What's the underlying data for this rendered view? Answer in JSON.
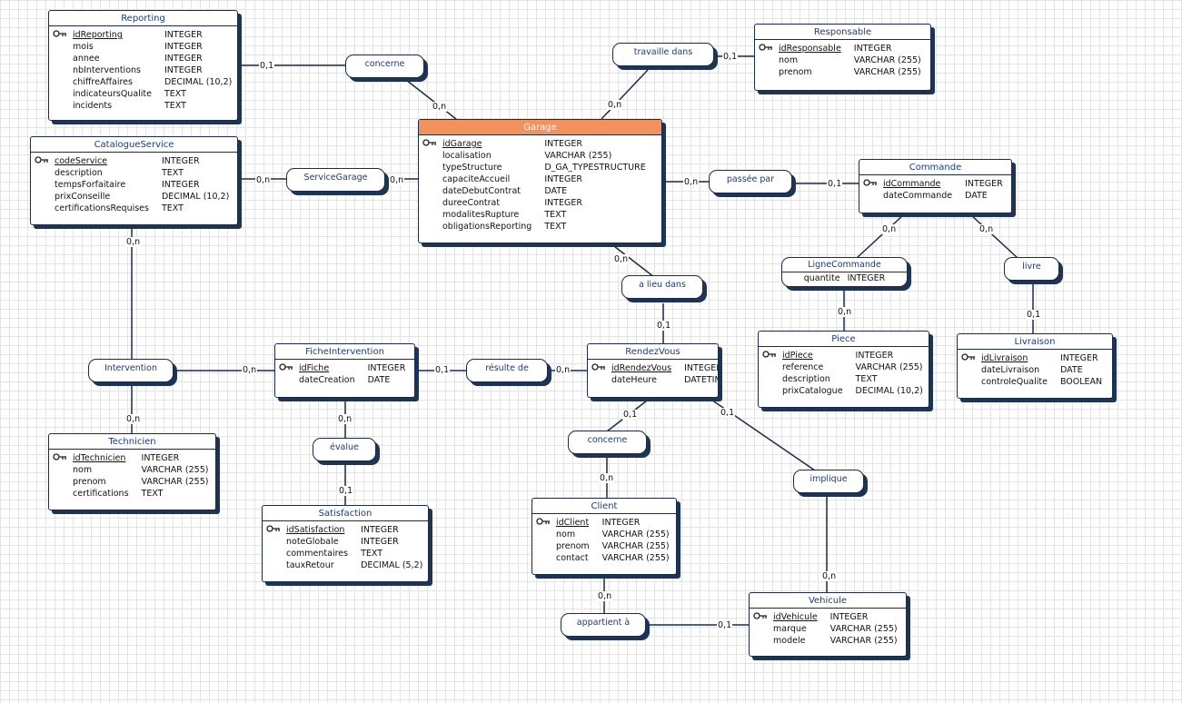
{
  "entities": {
    "reporting": {
      "title": "Reporting",
      "rows": [
        {
          "name": "idReporting",
          "type": "INTEGER"
        },
        {
          "name": "mois",
          "type": "INTEGER"
        },
        {
          "name": "annee",
          "type": "INTEGER"
        },
        {
          "name": "nbInterventions",
          "type": "INTEGER"
        },
        {
          "name": "chiffreAffaires",
          "type": "DECIMAL (10,2)"
        },
        {
          "name": "indicateursQualite",
          "type": "TEXT"
        },
        {
          "name": "incidents",
          "type": "TEXT"
        }
      ]
    },
    "responsable": {
      "title": "Responsable",
      "rows": [
        {
          "name": "idResponsable",
          "type": "INTEGER"
        },
        {
          "name": "nom",
          "type": "VARCHAR (255)"
        },
        {
          "name": "prenom",
          "type": "VARCHAR (255)"
        }
      ]
    },
    "catalogueService": {
      "title": "CatalogueService",
      "rows": [
        {
          "name": "codeService",
          "type": "INTEGER"
        },
        {
          "name": "description",
          "type": "TEXT"
        },
        {
          "name": "tempsForfaitaire",
          "type": "INTEGER"
        },
        {
          "name": "prixConseille",
          "type": "DECIMAL (10,2)"
        },
        {
          "name": "certificationsRequises",
          "type": "TEXT"
        }
      ]
    },
    "garage": {
      "title": "Garage",
      "rows": [
        {
          "name": "idGarage",
          "type": "INTEGER"
        },
        {
          "name": "localisation",
          "type": "VARCHAR (255)"
        },
        {
          "name": "typeStructure",
          "type": "D_GA_TYPESTRUCTURE"
        },
        {
          "name": "capaciteAccueil",
          "type": "INTEGER"
        },
        {
          "name": "dateDebutContrat",
          "type": "DATE"
        },
        {
          "name": "dureeContrat",
          "type": "INTEGER"
        },
        {
          "name": "modalitesRupture",
          "type": "TEXT"
        },
        {
          "name": "obligationsReporting",
          "type": "TEXT"
        }
      ]
    },
    "commande": {
      "title": "Commande",
      "rows": [
        {
          "name": "idCommande",
          "type": "INTEGER"
        },
        {
          "name": "dateCommande",
          "type": "DATE"
        }
      ]
    },
    "piece": {
      "title": "Piece",
      "rows": [
        {
          "name": "idPiece",
          "type": "INTEGER"
        },
        {
          "name": "reference",
          "type": "VARCHAR (255)"
        },
        {
          "name": "description",
          "type": "TEXT"
        },
        {
          "name": "prixCatalogue",
          "type": "DECIMAL (10,2)"
        }
      ]
    },
    "livraison": {
      "title": "Livraison",
      "rows": [
        {
          "name": "idLivraison",
          "type": "INTEGER"
        },
        {
          "name": "dateLivraison",
          "type": "DATE"
        },
        {
          "name": "controleQualite",
          "type": "BOOLEAN"
        }
      ]
    },
    "ficheIntervention": {
      "title": "FicheIntervention",
      "rows": [
        {
          "name": "idFiche",
          "type": "INTEGER"
        },
        {
          "name": "dateCreation",
          "type": "DATE"
        }
      ]
    },
    "rendezVous": {
      "title": "RendezVous",
      "rows": [
        {
          "name": "idRendezVous",
          "type": "INTEGER"
        },
        {
          "name": "dateHeure",
          "type": "DATETIME"
        }
      ]
    },
    "technicien": {
      "title": "Technicien",
      "rows": [
        {
          "name": "idTechnicien",
          "type": "INTEGER"
        },
        {
          "name": "nom",
          "type": "VARCHAR (255)"
        },
        {
          "name": "prenom",
          "type": "VARCHAR (255)"
        },
        {
          "name": "certifications",
          "type": "TEXT"
        }
      ]
    },
    "satisfaction": {
      "title": "Satisfaction",
      "rows": [
        {
          "name": "idSatisfaction",
          "type": "INTEGER"
        },
        {
          "name": "noteGlobale",
          "type": "INTEGER"
        },
        {
          "name": "commentaires",
          "type": "TEXT"
        },
        {
          "name": "tauxRetour",
          "type": "DECIMAL (5,2)"
        }
      ]
    },
    "client": {
      "title": "Client",
      "rows": [
        {
          "name": "idClient",
          "type": "INTEGER"
        },
        {
          "name": "nom",
          "type": "VARCHAR (255)"
        },
        {
          "name": "prenom",
          "type": "VARCHAR (255)"
        },
        {
          "name": "contact",
          "type": "VARCHAR (255)"
        }
      ]
    },
    "vehicule": {
      "title": "Vehicule",
      "rows": [
        {
          "name": "idVehicule",
          "type": "INTEGER"
        },
        {
          "name": "marque",
          "type": "VARCHAR (255)"
        },
        {
          "name": "modele",
          "type": "VARCHAR (255)"
        }
      ]
    }
  },
  "associations": {
    "concerneReporting": {
      "label": "concerne"
    },
    "travailleDans": {
      "label": "travaille dans"
    },
    "serviceGarage": {
      "label": "ServiceGarage"
    },
    "passeePar": {
      "label": "passée par"
    },
    "aLieuDans": {
      "label": "a lieu dans"
    },
    "ligneCommande": {
      "label": "LigneCommande",
      "attr_name": "quantite",
      "attr_type": "INTEGER"
    },
    "livre": {
      "label": "livre"
    },
    "intervention": {
      "label": "Intervention"
    },
    "resulteDe": {
      "label": "résulte de"
    },
    "evalue": {
      "label": "évalue"
    },
    "concerneClient": {
      "label": "concerne"
    },
    "implique": {
      "label": "implique"
    },
    "appartientA": {
      "label": "appartient à"
    }
  },
  "cardinalities": {
    "rep_concerne": "0,1",
    "concerne_garage": "0,n",
    "travaille_responsable": "0,1",
    "garage_travaille": "0,n",
    "catalogue_service": "0,n",
    "service_garage": "0,n",
    "garage_passee": "0,n",
    "passee_commande": "0,1",
    "garage_alieu": "0,n",
    "alieu_rdv": "0,1",
    "commande_ligne": "0,n",
    "ligne_piece": "0,n",
    "commande_livre": "0,n",
    "livre_livraison": "0,1",
    "catalogue_intervention": "0,n",
    "intervention_fiche": "0,n",
    "intervention_technicien": "0,n",
    "fiche_resulte": "0,1",
    "resulte_rdv": "0,n",
    "fiche_evalue": "0,n",
    "evalue_satisfaction": "0,1",
    "rdv_concerne": "0,1",
    "concerne_client": "0,n",
    "rdv_implique": "0,1",
    "implique_vehicule": "0,n",
    "client_appartient": "0,n",
    "appartient_vehicule": "0,1"
  },
  "colors": {
    "line": "#1a2b4a",
    "title_text": "#1c3b7a",
    "highlight": "#f4925e",
    "grid": "#e3e3e3"
  }
}
